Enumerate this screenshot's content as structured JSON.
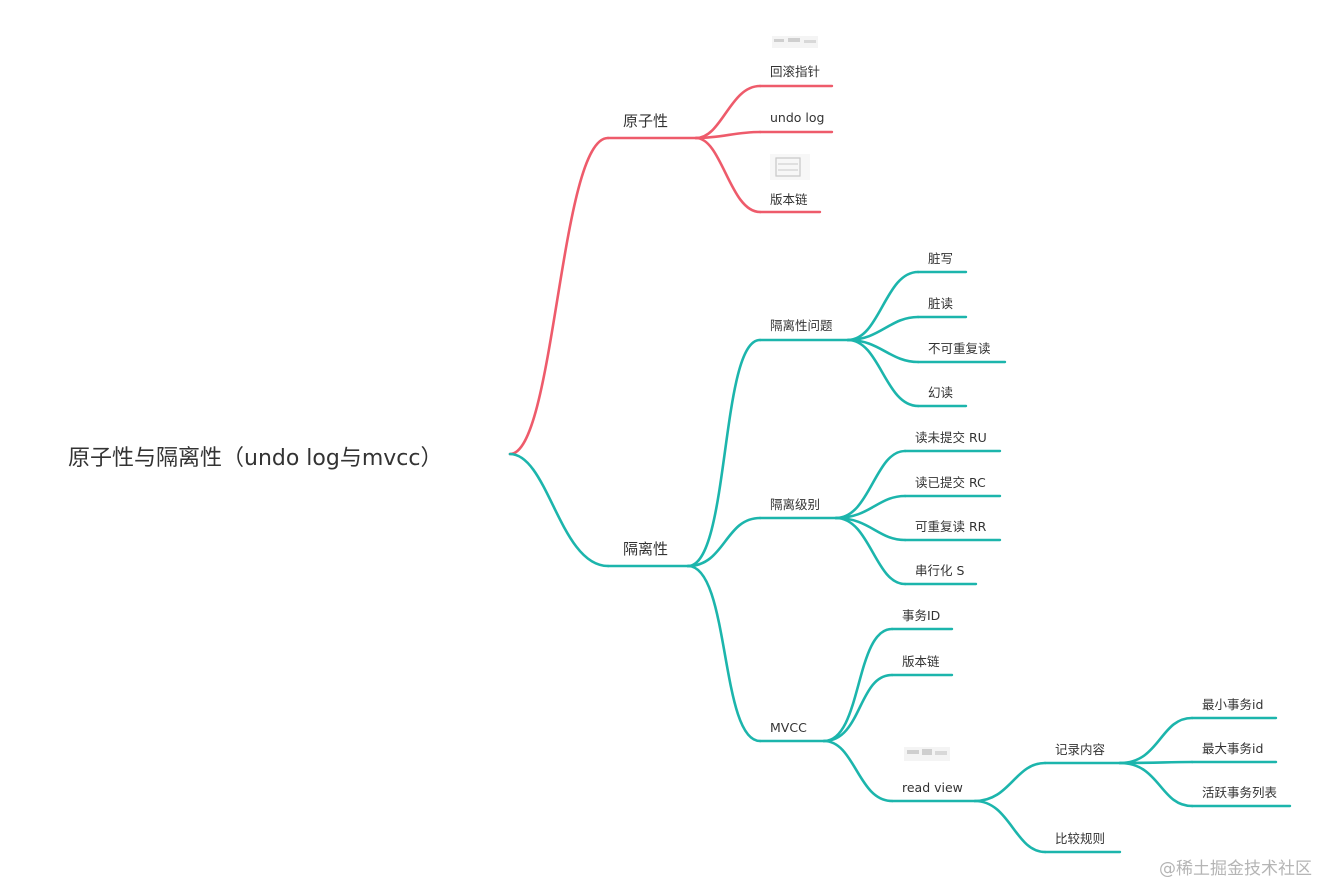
{
  "root": {
    "label": "原子性与隔离性（undo log与mvcc）"
  },
  "colors": {
    "atomicity": "#ee5b6b",
    "isolation": "#1cb5ac"
  },
  "branches": {
    "atomicity": {
      "label": "原子性",
      "children": [
        "回滚指针",
        "undo log",
        "版本链"
      ]
    },
    "isolation": {
      "label": "隔离性",
      "problems": {
        "label": "隔离性问题",
        "children": [
          "脏写",
          "脏读",
          "不可重复读",
          "幻读"
        ]
      },
      "levels": {
        "label": "隔离级别",
        "children": [
          "读未提交 RU",
          "读已提交 RC",
          "可重复读 RR",
          "串行化 S"
        ]
      },
      "mvcc": {
        "label": "MVCC",
        "txid": "事务ID",
        "version_chain": "版本链",
        "read_view": {
          "label": "read view",
          "record_content": {
            "label": "记录内容",
            "children": [
              "最小事务id",
              "最大事务id",
              "活跃事务列表"
            ]
          },
          "compare_rule": "比较规则"
        }
      }
    }
  },
  "watermark": "@稀土掘金技术社区"
}
